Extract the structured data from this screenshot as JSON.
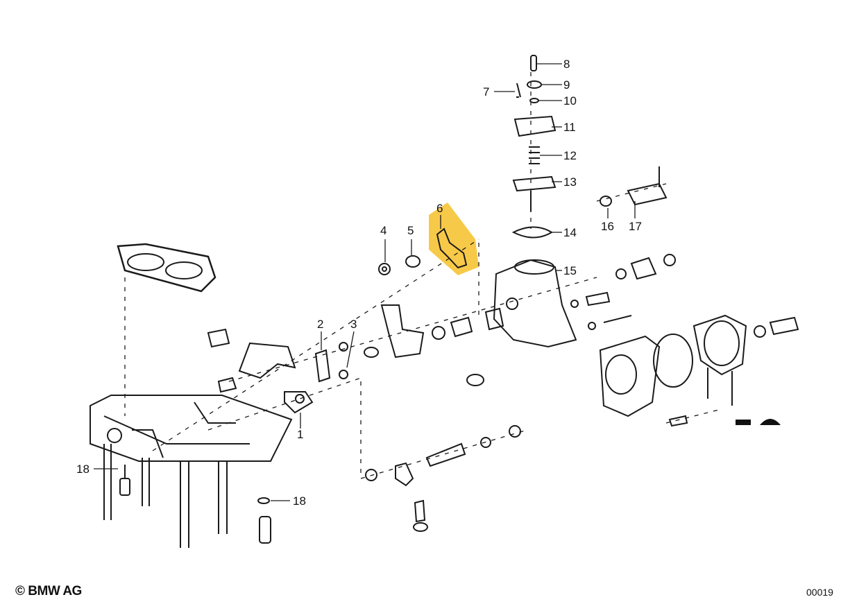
{
  "diagram": {
    "callouts": [
      {
        "id": "c1",
        "text": "1"
      },
      {
        "id": "c2",
        "text": "2"
      },
      {
        "id": "c3",
        "text": "3"
      },
      {
        "id": "c4",
        "text": "4"
      },
      {
        "id": "c5",
        "text": "5"
      },
      {
        "id": "c6",
        "text": "6"
      },
      {
        "id": "c7",
        "text": "7"
      },
      {
        "id": "c8",
        "text": "8"
      },
      {
        "id": "c9",
        "text": "9"
      },
      {
        "id": "c10",
        "text": "10"
      },
      {
        "id": "c11",
        "text": "11"
      },
      {
        "id": "c12",
        "text": "12"
      },
      {
        "id": "c13",
        "text": "13"
      },
      {
        "id": "c14",
        "text": "14"
      },
      {
        "id": "c15",
        "text": "15"
      },
      {
        "id": "c16",
        "text": "16"
      },
      {
        "id": "c17",
        "text": "17"
      },
      {
        "id": "c18a",
        "text": "18"
      },
      {
        "id": "c18b",
        "text": "18"
      }
    ],
    "highlight_color": "#f7c948",
    "line_color": "#1a1a1a",
    "copyright": "© BMW AG",
    "image_code": "00019"
  }
}
